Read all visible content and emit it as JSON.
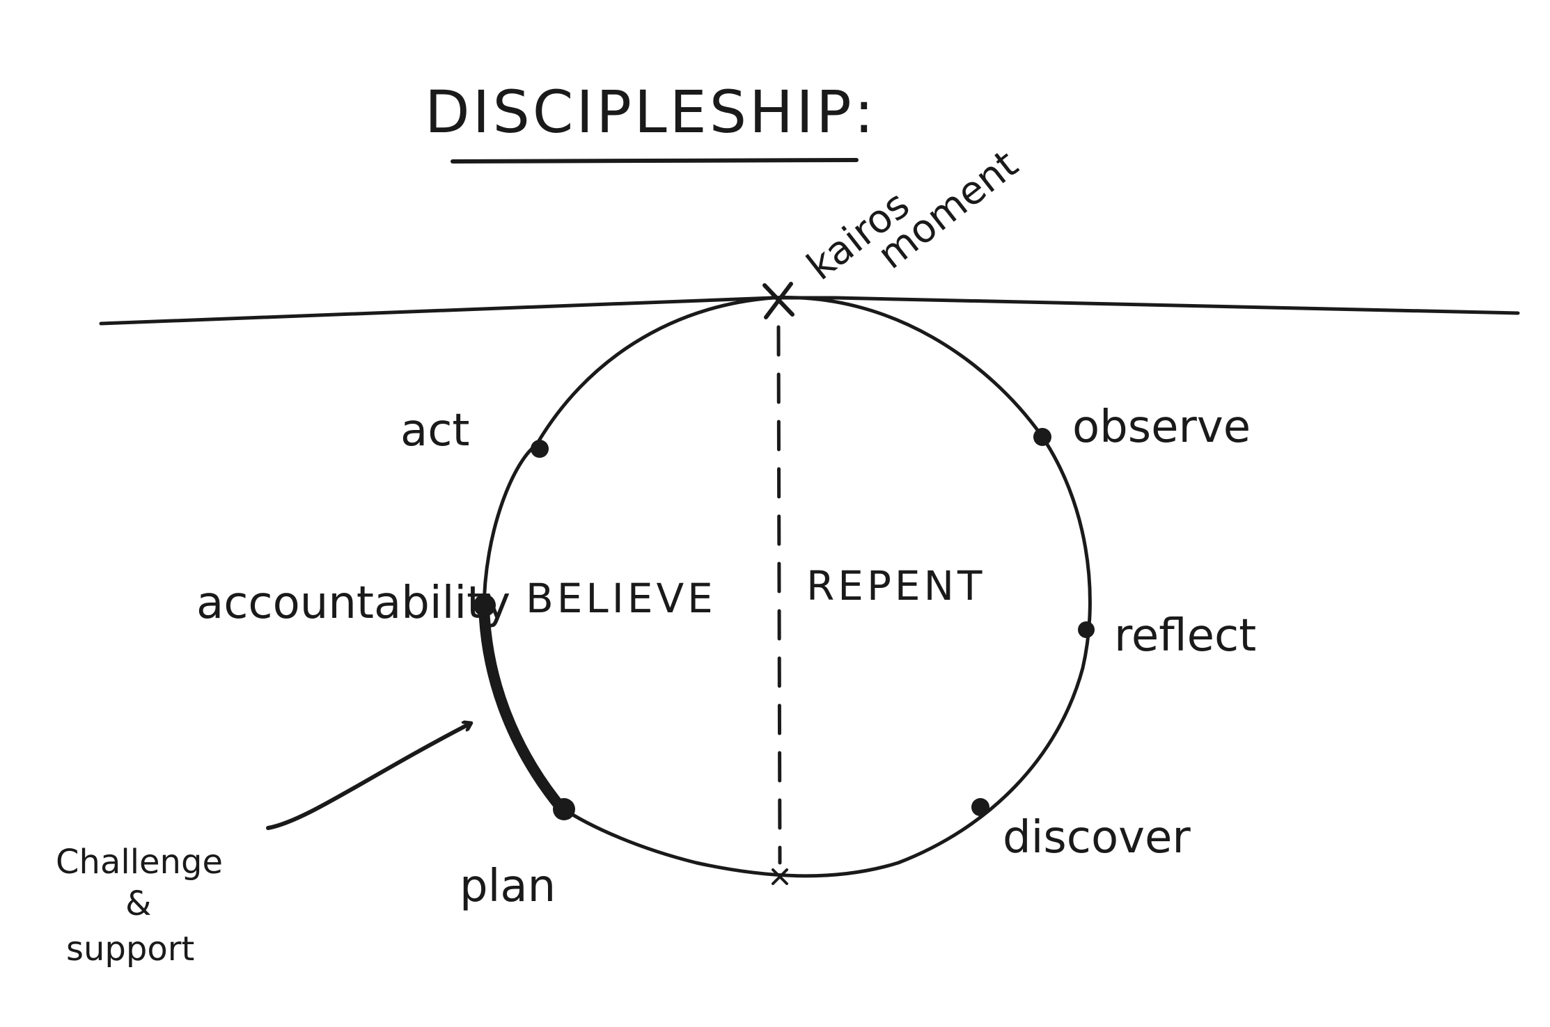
{
  "diagram": {
    "title": "DISCIPLESHIP:",
    "kairos": {
      "line1": "kairos",
      "line2": "moment"
    },
    "halves": {
      "left": "BELIEVE",
      "right": "REPENT"
    },
    "steps": {
      "observe": "observe",
      "reflect": "reflect",
      "discover": "discover",
      "plan": "plan",
      "accountability": "accountability",
      "act": "act"
    },
    "note": {
      "line1": "Challenge",
      "line2": "&",
      "line3": "support"
    },
    "ink_color": "#1a1a1a",
    "background_color": "#ffffff"
  }
}
